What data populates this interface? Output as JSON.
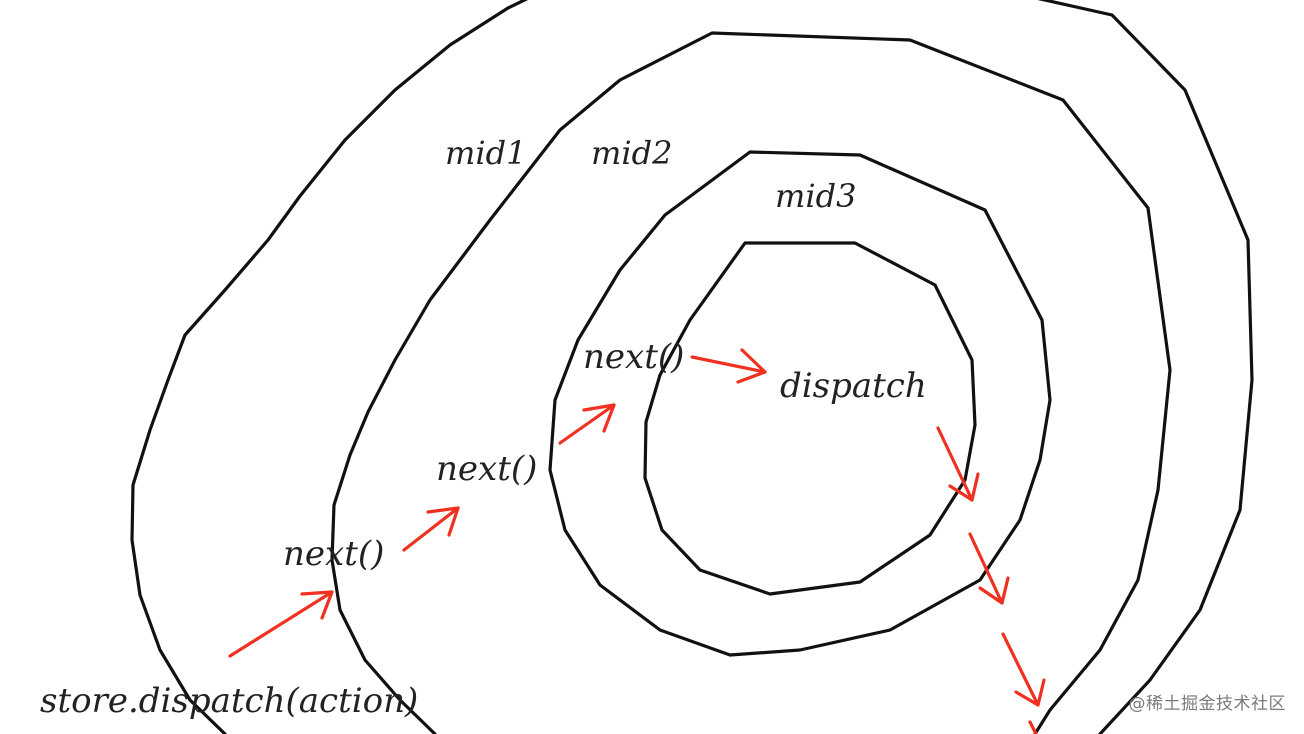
{
  "labels": {
    "mid1": "mid1",
    "mid2": "mid2",
    "mid3": "mid3",
    "next_outer": "next()",
    "next_middle": "next()",
    "next_inner": "next()",
    "dispatch": "dispatch",
    "store_dispatch": "store.dispatch(action)"
  },
  "watermark": "@稀土掘金技术社区",
  "colors": {
    "ring": "#111111",
    "arrow": "#f03020",
    "text": "#222222"
  }
}
